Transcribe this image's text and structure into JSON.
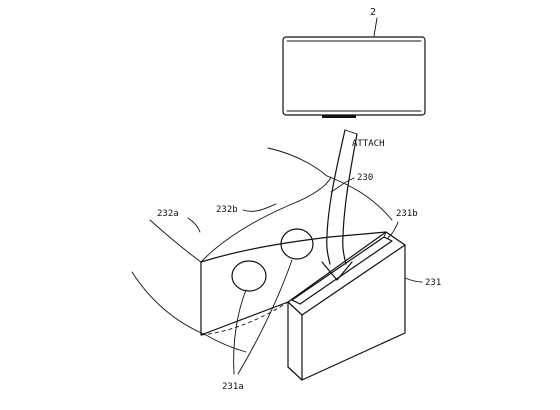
{
  "figure": {
    "labels": {
      "device": "2",
      "attach": "ATTACH",
      "goggles": "230",
      "slot": "231b",
      "housing": "231",
      "lens_openings": "231a",
      "goggle_left": "232a",
      "goggle_top": "232b"
    }
  }
}
